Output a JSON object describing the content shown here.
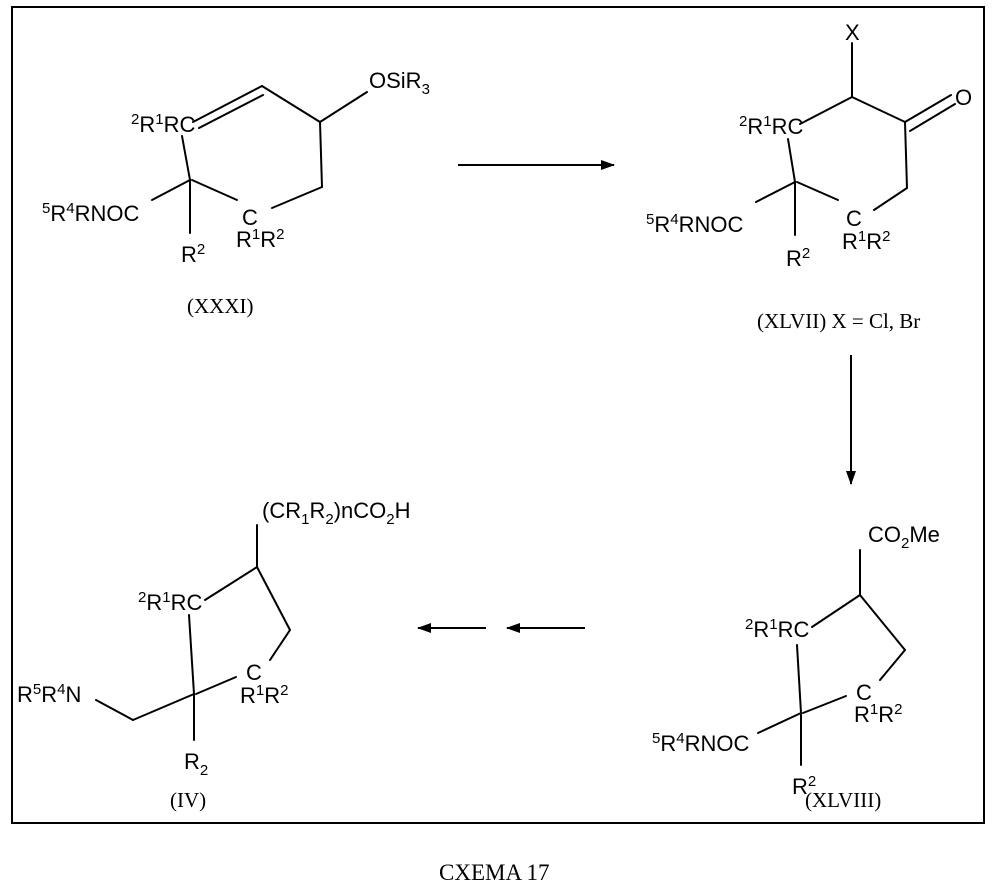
{
  "scheme_title": "CXEMA 17",
  "compounds": [
    {
      "label": "(XXXI)",
      "substituents": {
        "top_left": [
          "2",
          "R",
          "1",
          "RC"
        ],
        "enol": [
          "OSiR",
          "3"
        ],
        "left": [
          "5",
          "R",
          "4",
          "RNOC"
        ],
        "bottom_r2": [
          "R",
          "2"
        ],
        "ring_c": "C",
        "ring_c_sub": [
          "R",
          "1",
          "R",
          "2"
        ]
      }
    },
    {
      "label": "(XLVII) X = Cl, Br",
      "substituents": {
        "x": "X",
        "oxo": "O",
        "top_left": [
          "2",
          "R",
          "1",
          "RC"
        ],
        "left": [
          "5",
          "R",
          "4",
          "RNOC"
        ],
        "bottom_r2": [
          "R",
          "2"
        ],
        "ring_c": "C",
        "ring_c_sub": [
          "R",
          "1",
          "R",
          "2"
        ]
      }
    },
    {
      "label": "(XLVIII)",
      "substituents": {
        "ester": [
          "CO",
          "2",
          "Me"
        ],
        "top_left": [
          "2",
          "R",
          "1",
          "RC"
        ],
        "left": [
          "5",
          "R",
          "4",
          "RNOC"
        ],
        "bottom_r2": [
          "R",
          "2"
        ],
        "ring_c": "C",
        "ring_c_sub": [
          "R",
          "1",
          "R",
          "2"
        ]
      }
    },
    {
      "label": "(IV)",
      "substituents": {
        "acid": [
          "(CR",
          "1",
          "R",
          "2",
          ")nCO",
          "2",
          "H"
        ],
        "top_left": [
          "2",
          "R",
          "1",
          "RC"
        ],
        "amine": [
          "R",
          "5",
          "R",
          "4",
          "N"
        ],
        "bottom_r2": [
          "R",
          "2"
        ],
        "ring_c": "C",
        "ring_c_sub": [
          "R",
          "1",
          "R",
          "2"
        ]
      }
    }
  ],
  "arrows": [
    "XXXI-to-XLVII",
    "XLVII-to-XLVIII",
    "XLVIII-to-IV-step-1",
    "XLVIII-to-IV-step-2"
  ]
}
